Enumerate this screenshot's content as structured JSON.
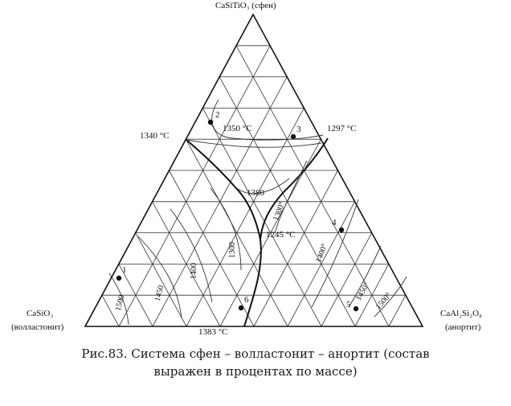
{
  "diagram": {
    "apexes": {
      "top": "CaSiTiO₃ (сфен)",
      "left_formula": "CaSiO₃",
      "left_name": "(волластонит)",
      "right_formula": "CaAl₂Si₂O₈",
      "right_name": "(анортит)"
    },
    "temperatures": {
      "t1340": "1340 °C",
      "t1350": "1350 °C",
      "t1297": "1297 °C",
      "t1380": "1380",
      "t1245": "1245 °C",
      "t1383": "1383 °C"
    },
    "isotherms": {
      "i1300a": "1300",
      "i1400a": "1400",
      "i1450a": "1450",
      "i1500a": "1500",
      "i1300b": "1300°",
      "i1400b": "1400°",
      "i1450b": "1450°",
      "i1500b": "1500°"
    },
    "points": [
      "1",
      "2",
      "3",
      "4",
      "5",
      "6"
    ]
  },
  "caption": {
    "line1": "Рис.83. Система сфен – волластонит – анортит (состав",
    "line2": "выражен в процентах по массе)"
  }
}
